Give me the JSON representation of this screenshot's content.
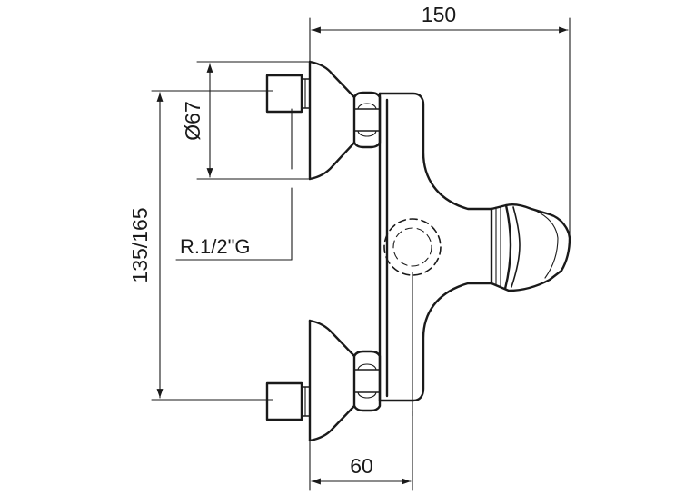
{
  "drawing": {
    "dimensions": {
      "overall_width": "150",
      "body_depth": "60",
      "rosette_diameter": "Ø67",
      "center_distance": "135/165",
      "thread": "R.1/2\"G"
    }
  }
}
